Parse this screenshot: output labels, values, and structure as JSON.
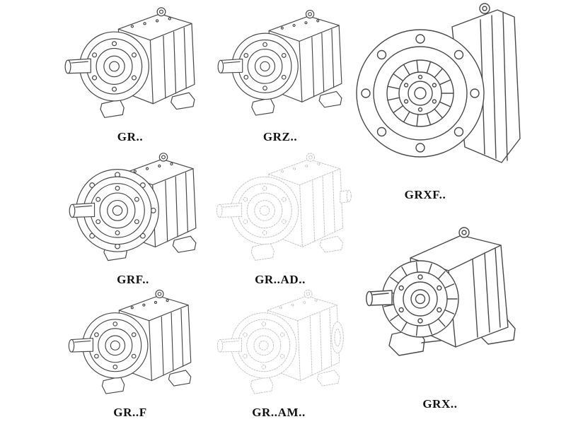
{
  "page": {
    "background_color": "#ffffff",
    "line_color": "#4a4a4a",
    "light_line_color": "#c5c5c5",
    "label_color": "#111111"
  },
  "catalog": {
    "items": [
      {
        "id": "gr",
        "label": "GR..",
        "line_style": "solid-dark"
      },
      {
        "id": "grz",
        "label": "GRZ..",
        "line_style": "solid-dark"
      },
      {
        "id": "grxf",
        "label": "GRXF..",
        "line_style": "solid-dark"
      },
      {
        "id": "grf",
        "label": "GRF..",
        "line_style": "solid-dark"
      },
      {
        "id": "grad",
        "label": "GR..AD..",
        "line_style": "dotted-light"
      },
      {
        "id": "grfoot",
        "label": "GR..F",
        "line_style": "solid-dark"
      },
      {
        "id": "gram",
        "label": "GR..AM..",
        "line_style": "dotted-light"
      },
      {
        "id": "grx",
        "label": "GRX..",
        "line_style": "solid-dark"
      }
    ]
  }
}
